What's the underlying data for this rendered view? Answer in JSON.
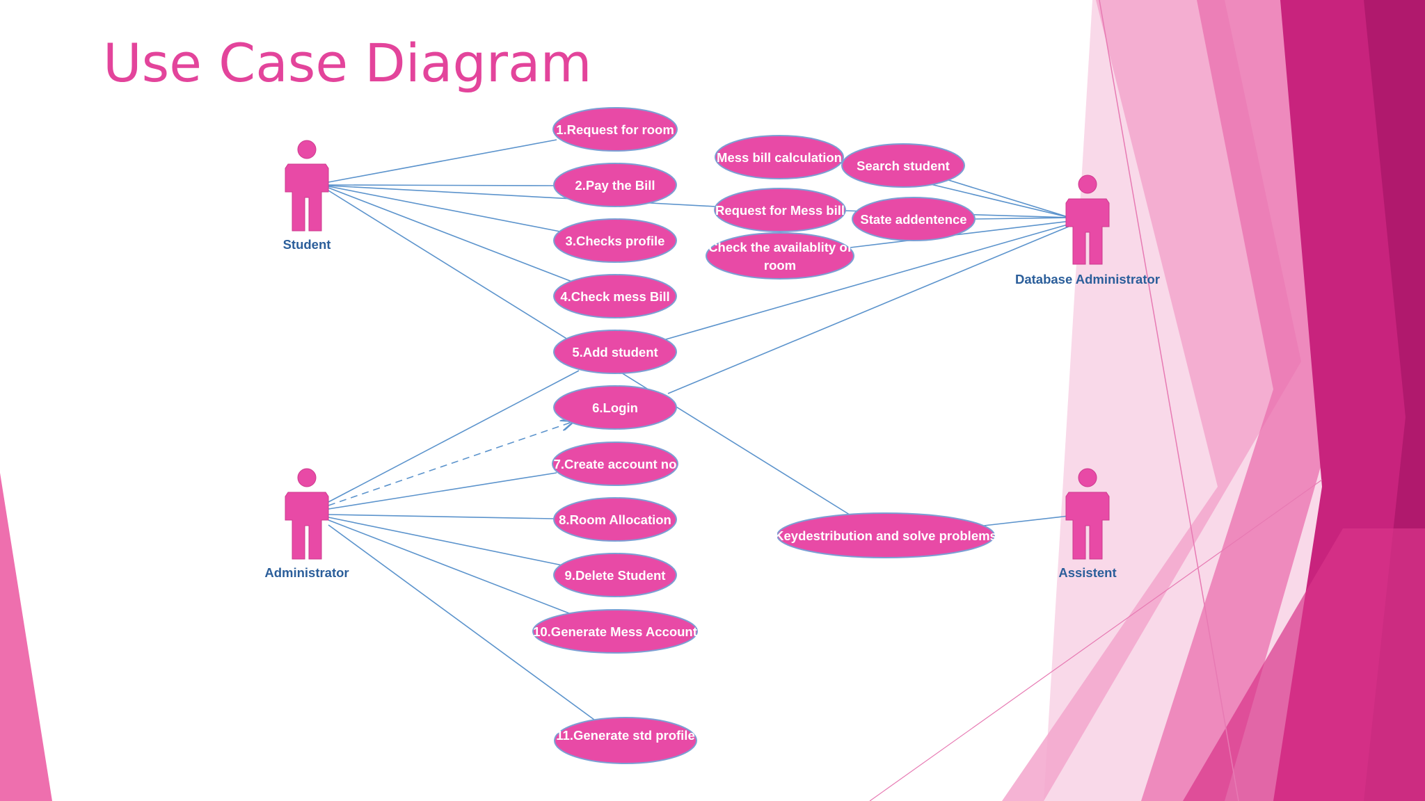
{
  "title": "Use Case Diagram",
  "colors": {
    "accent": "#e3449b",
    "use_case": "#e84aa6",
    "line": "#5b93cc",
    "label": "#2b5e9a"
  },
  "actors": {
    "student": "Student",
    "administrator": "Administrator",
    "database_administrator": "Database Administrator",
    "assistent": "Assistent"
  },
  "use_cases": {
    "request_room": "1.Request for  room",
    "pay_bill": "2.Pay the Bill",
    "checks_profile": "3.Checks profile",
    "check_mess_bill": "4.Check mess Bill",
    "add_student": "5.Add student",
    "login": "6.Login",
    "create_account": "7.Create account no",
    "room_allocation": "8.Room Allocation",
    "delete_student": "9.Delete  Student",
    "generate_mess_account": "10.Generate Mess Account",
    "generate_std_profile": "11.Generate std profile",
    "mess_bill_calculation": "Mess bill calculation",
    "search_student": "Search student",
    "request_mess_bill": "Request for Mess bill",
    "state_addentence": "State addentence",
    "check_availability_line1": "Check the availablity of",
    "check_availability_line2": "room",
    "key_distribution": "Keydestribution and solve problems"
  }
}
